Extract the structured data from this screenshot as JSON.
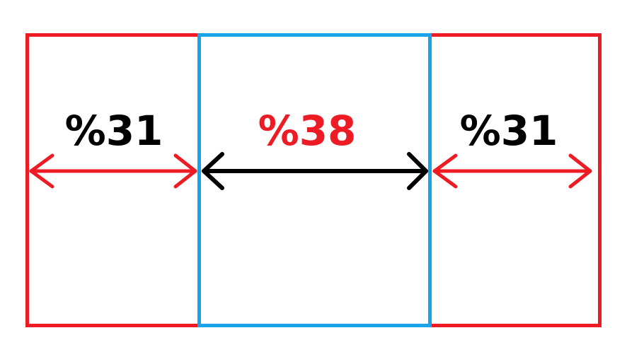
{
  "colors": {
    "red": "#ed1c24",
    "blue": "#1aa3e8",
    "black": "#000000"
  },
  "labels": {
    "left": "%31",
    "center": "%38",
    "right": "%31"
  },
  "segments": [
    {
      "name": "left",
      "percent": 31,
      "color": "red"
    },
    {
      "name": "center",
      "percent": 38,
      "color": "black"
    },
    {
      "name": "right",
      "percent": 31,
      "color": "red"
    }
  ]
}
